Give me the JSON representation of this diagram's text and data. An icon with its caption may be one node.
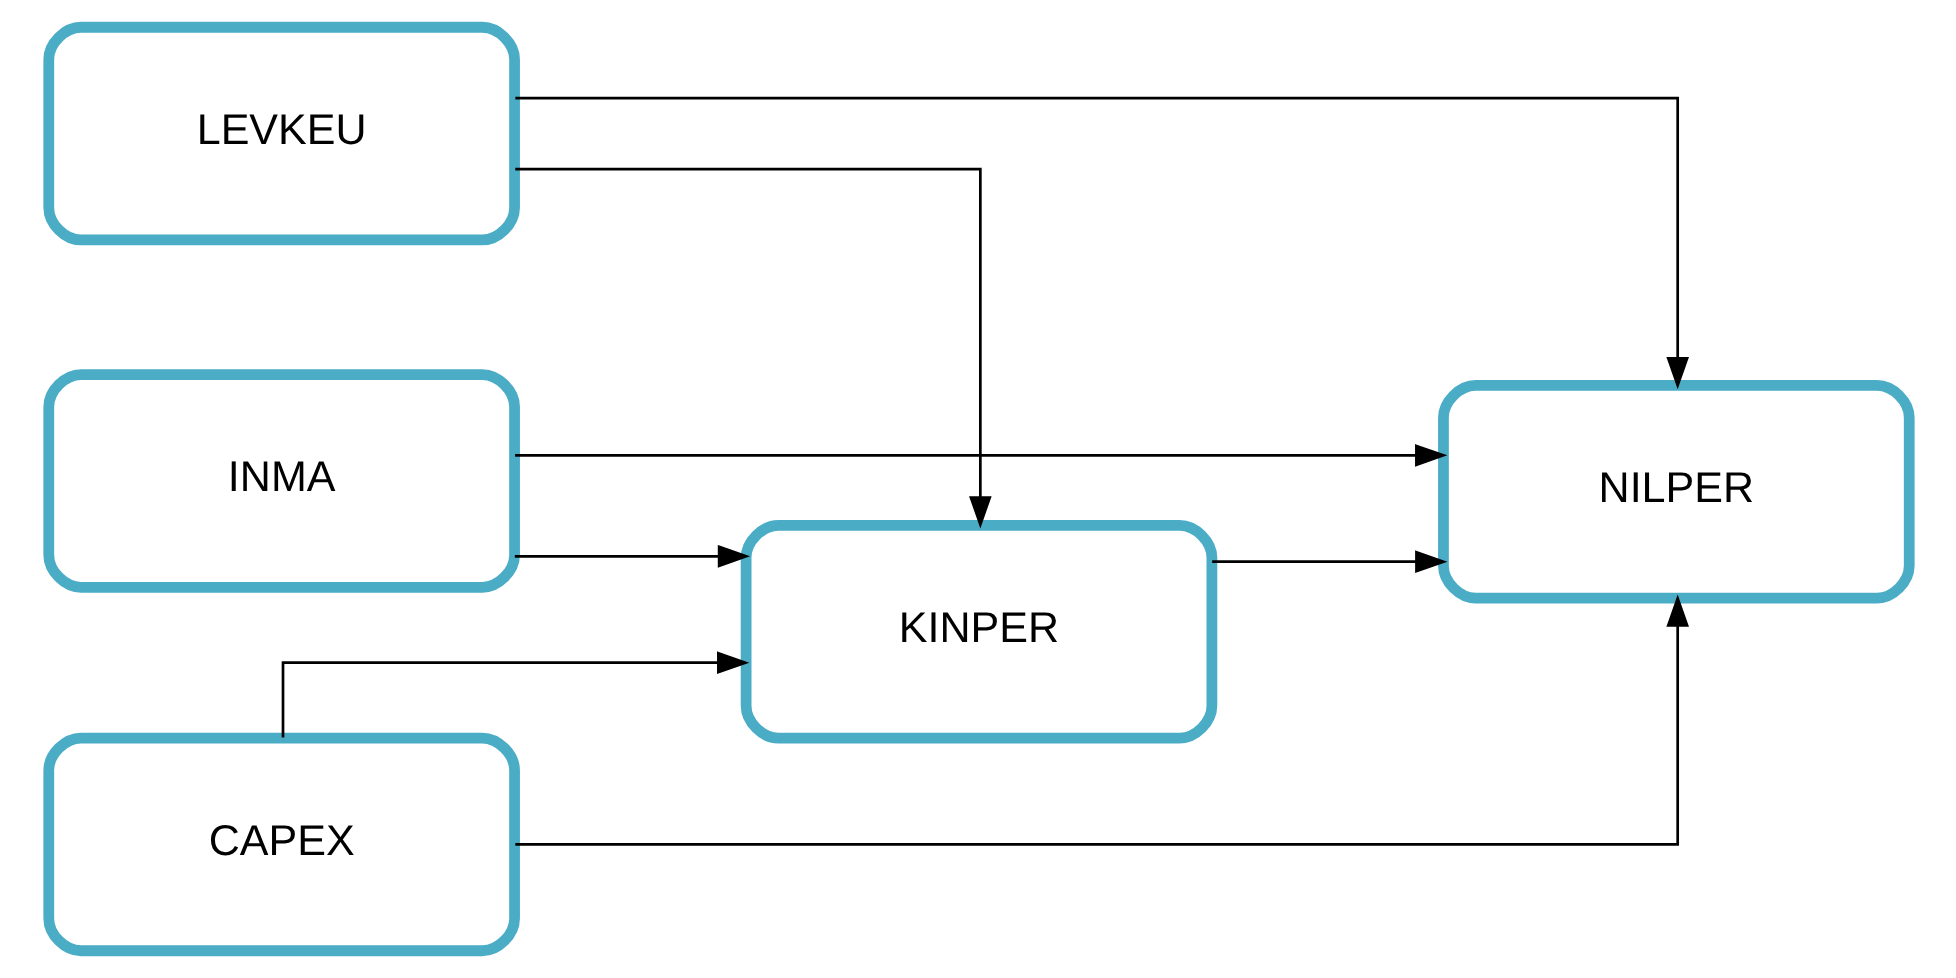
{
  "diagram": {
    "nodes": [
      {
        "text": [
          "LEVKEU"
        ]
      },
      {
        "text": [
          "INMA"
        ]
      },
      {
        "text": [
          "CAPEX"
        ]
      },
      {
        "text": [
          "KINPER"
        ]
      },
      {
        "text": [
          "NILPER"
        ]
      }
    ],
    "edges": [
      {
        "from": 0,
        "to": 3,
        "arrow": "to"
      },
      {
        "from": 0,
        "to": 4,
        "arrow": "to"
      },
      {
        "from": 1,
        "to": 3,
        "arrow": "to"
      },
      {
        "from": 1,
        "to": 4,
        "arrow": "to"
      },
      {
        "from": 2,
        "to": 3,
        "arrow": "to"
      },
      {
        "from": 2,
        "to": 4,
        "arrow": "to"
      },
      {
        "from": 3,
        "to": 4,
        "arrow": "to"
      }
    ]
  }
}
